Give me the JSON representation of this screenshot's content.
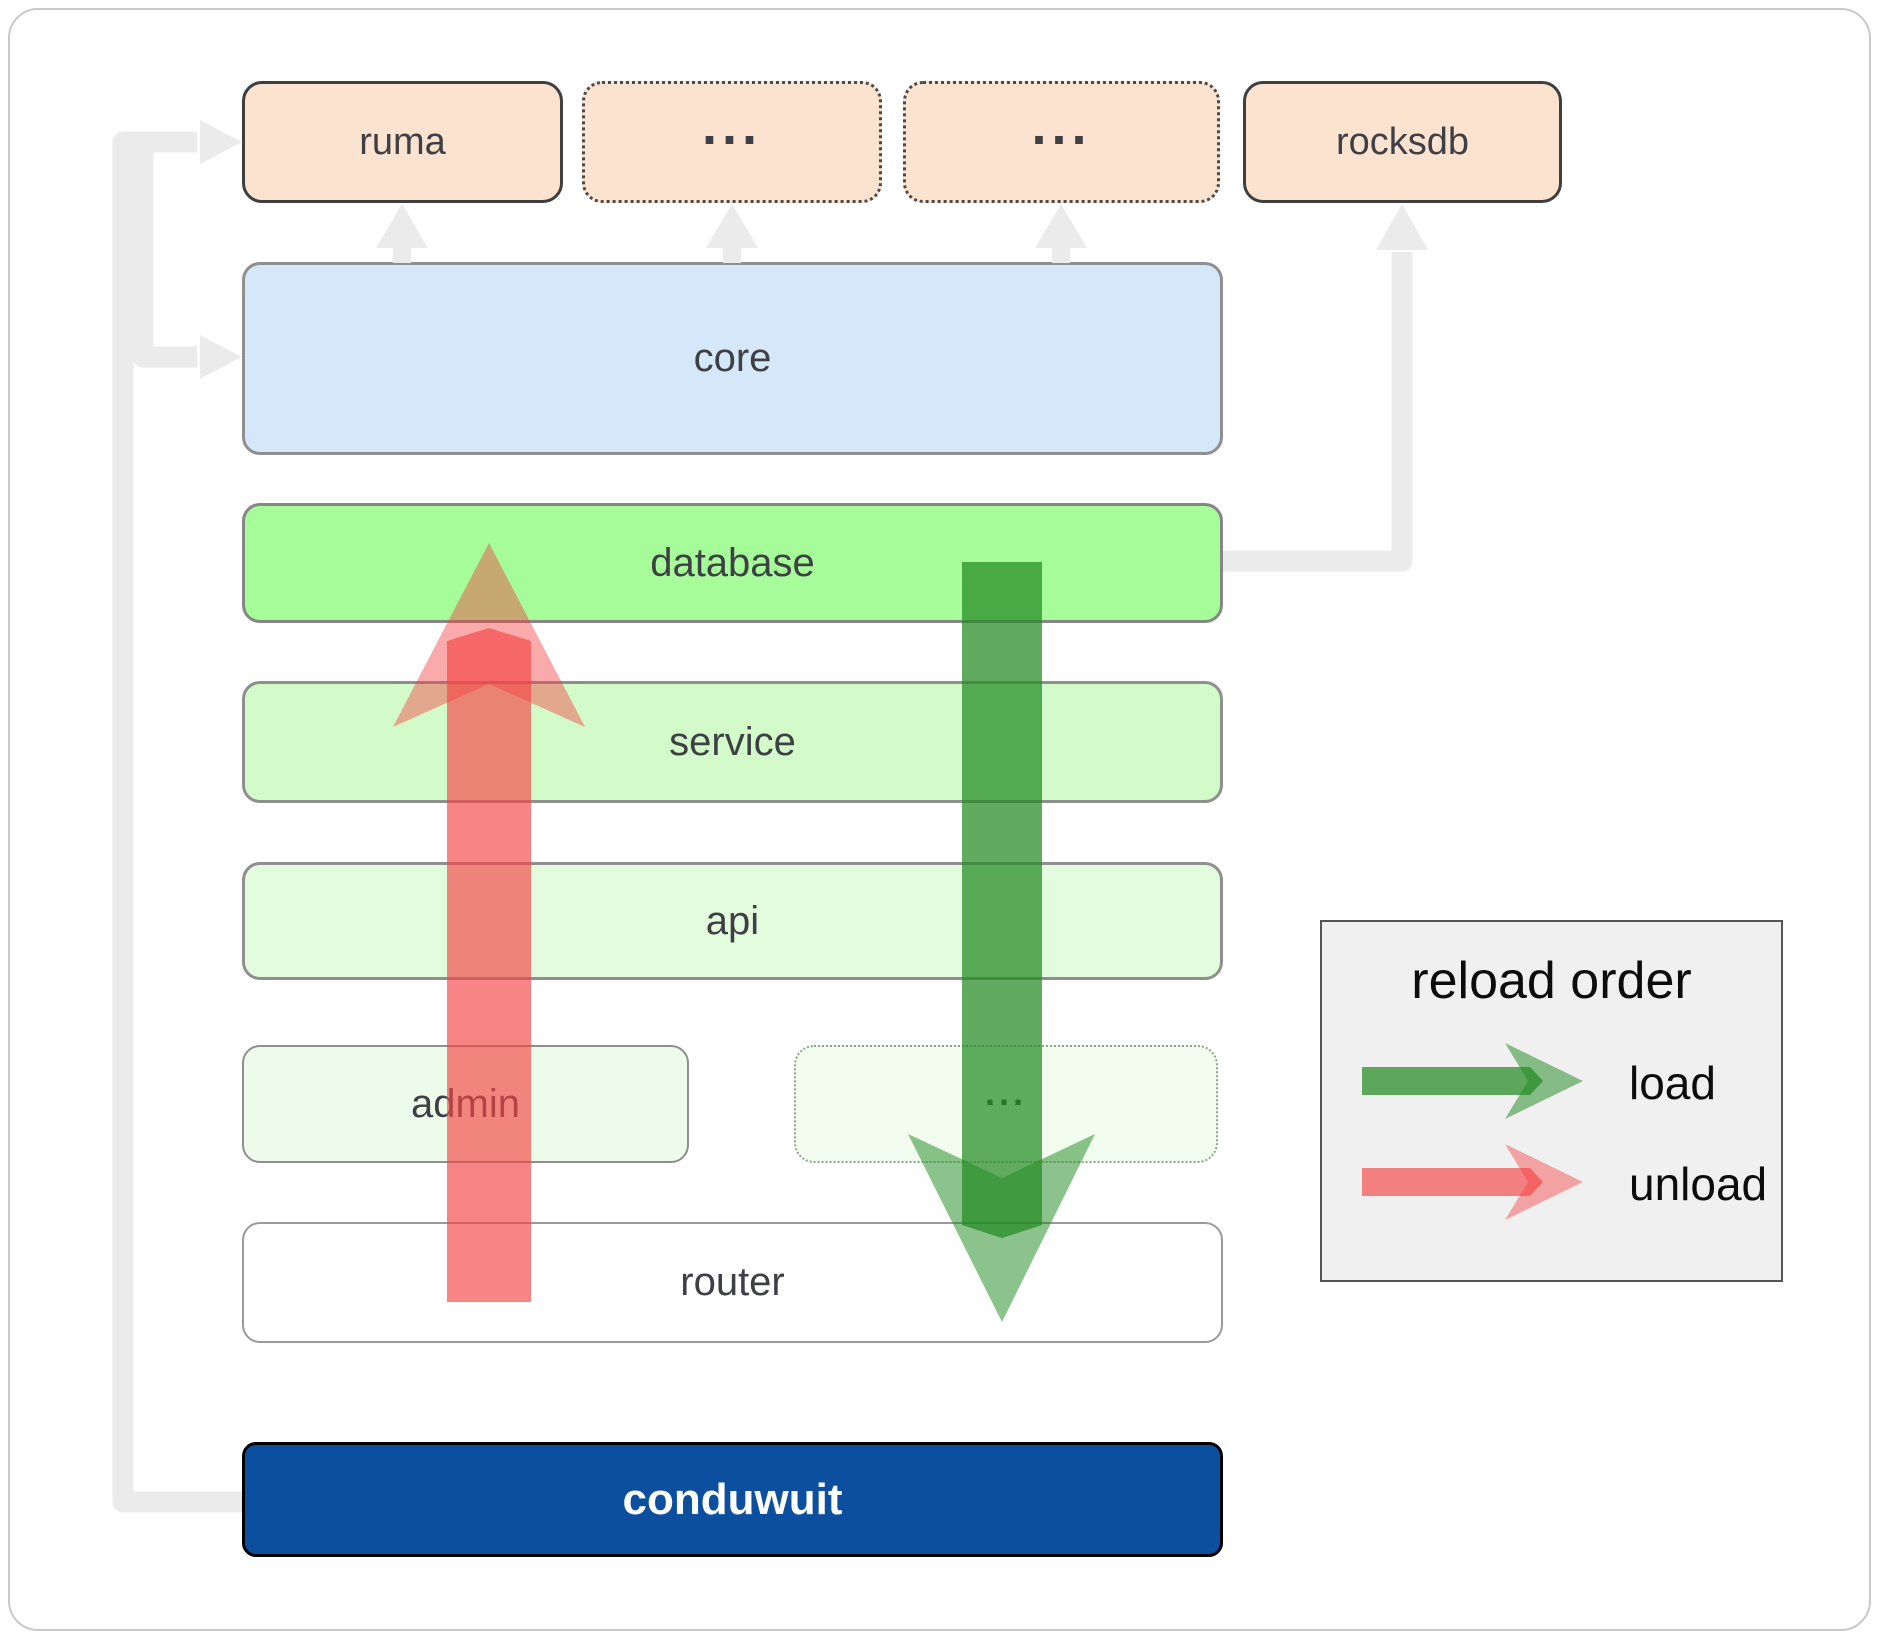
{
  "top_row": {
    "ruma": "ruma",
    "ellipsis_1": "...",
    "ellipsis_2": "...",
    "rocksdb": "rocksdb"
  },
  "layers": {
    "core": "core",
    "database": "database",
    "service": "service",
    "api": "api",
    "admin": "admin",
    "admin_ellipsis": "...",
    "router": "router",
    "app": "conduwuit"
  },
  "legend": {
    "title": "reload order",
    "load_label": "load",
    "unload_label": "unload"
  },
  "colors": {
    "load_arrow": "#228b22",
    "unload_arrow": "#f44343",
    "connector_gray": "#ebebeb",
    "peach_fill": "#fbe3d0",
    "core_fill": "#d5e8f9",
    "database_fill": "#a5fc98",
    "service_fill": "#d3fbca",
    "api_fill": "#e3fcdd",
    "admin_fill": "#edfcea",
    "admin_ellipsis_fill": "#f2fdf0",
    "router_fill": "#ffffff",
    "app_fill": "#0d4f9f",
    "app_text": "#ffffff",
    "label_text": "#3f3f46",
    "legend_bg": "#f0f0f0"
  }
}
